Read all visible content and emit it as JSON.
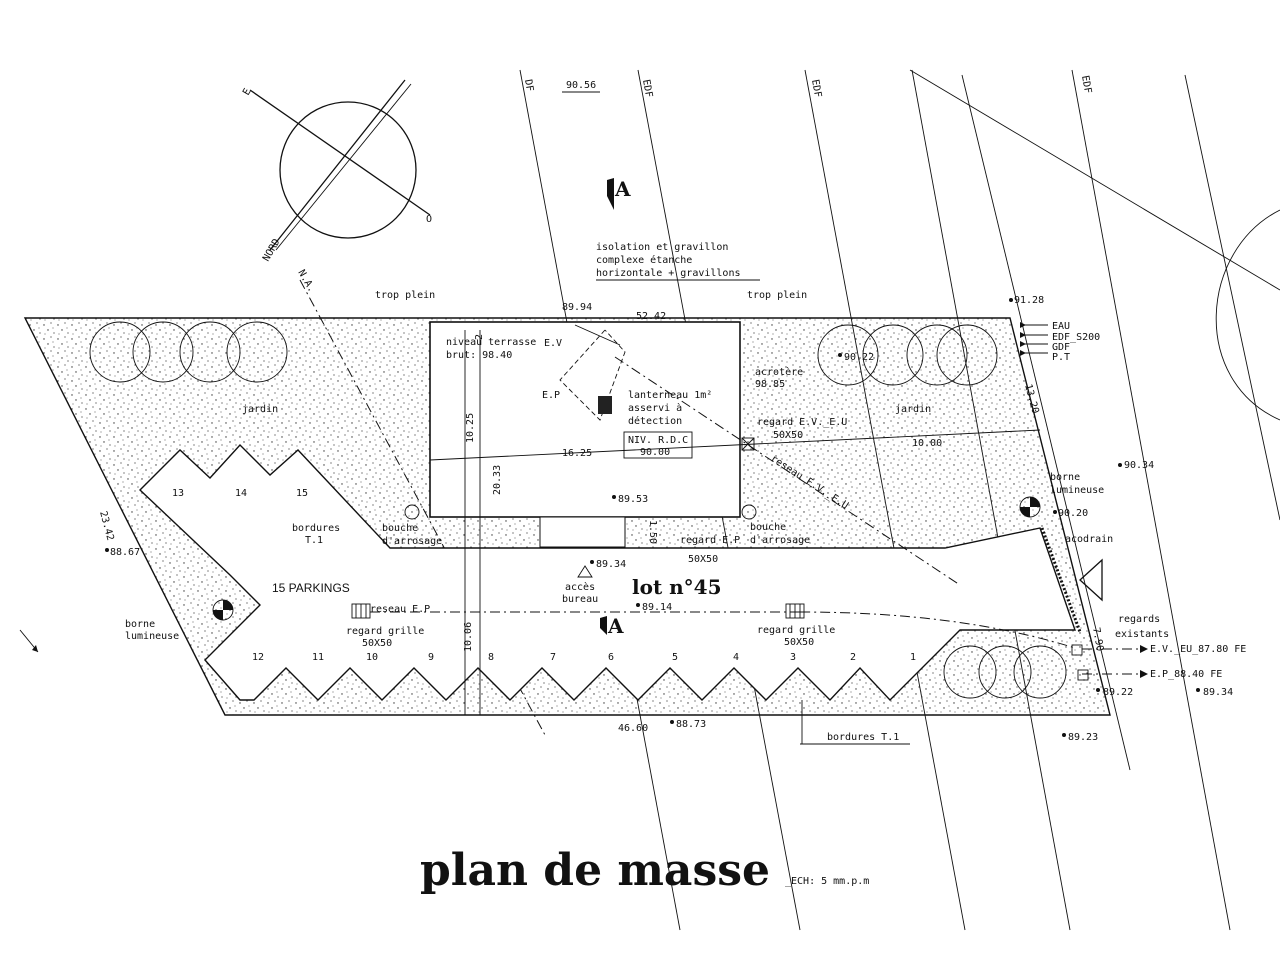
{
  "title": {
    "main": "plan de masse",
    "scale": "_ECH: 5 mm.p.m"
  },
  "lot_label": "lot n°45",
  "compass": {
    "north": "NORD",
    "east": "E",
    "west": "O"
  },
  "networks_top": [
    "DF",
    "EDF",
    "EDF",
    "EDF"
  ],
  "network_labels": {
    "na": "N.A.",
    "reseau_ev_eu": "reseau E.V._E.U",
    "reseau_ep": "reseau E.P"
  },
  "elevations": {
    "e1": "90.56",
    "e2": "89.94",
    "e3": "91.28",
    "e4": "90.22",
    "e5": "89.53",
    "e6": "89.34",
    "e7": "89.14",
    "e8": "88.67",
    "e9": "88.73",
    "e10": "90.34",
    "e11": "90.20",
    "e12": "89.22",
    "e13": "89.34",
    "e14": "89.23"
  },
  "dimensions": {
    "building_width": "52.42",
    "building_inner": "16.25",
    "depth_a": "10.25",
    "depth_b": "20.33",
    "depth_c": "10.06",
    "side": "23.42",
    "right_width": "10.00",
    "right_depth": "13.20",
    "bottom": "46.60",
    "ep_short": "1.50",
    "top_small": "2",
    "corner": "7.90"
  },
  "building": {
    "terrace": [
      "niveau terrasse",
      "brut: 98.40"
    ],
    "ev": "E.V",
    "ep": "E.P",
    "lantern": [
      "lanterneau 1m²",
      "asservi à",
      "détection"
    ],
    "rdc": [
      "NIV. R.D.C",
      "90.00"
    ],
    "acrotere": [
      "acrotère",
      "98.85"
    ],
    "regard_ev_eu": [
      "regard E.V._E.U",
      "50X50"
    ],
    "regard_ep": [
      "regard E.P",
      "50X50"
    ],
    "access": [
      "accès",
      "bureau"
    ]
  },
  "notes": {
    "insulation": [
      "isolation et gravillon",
      "complexe étanche",
      "horizontale + gravillons"
    ],
    "trop_plein_left": "trop plein",
    "trop_plein_right": "trop plein",
    "jardin_left": "jardin",
    "jardin_right": "jardin",
    "bordures_left": [
      "bordures",
      "T.1"
    ],
    "bordures_bottom": "bordures T.1",
    "bouche_left": [
      "bouche",
      "d'arrosage"
    ],
    "bouche_right": [
      "bouche",
      "d'arrosage"
    ],
    "borne_left": [
      "borne",
      "lumineuse"
    ],
    "borne_right": [
      "borne",
      "lumineuse"
    ],
    "parkings": "15 PARKINGS",
    "regard_grille_left": [
      "regard grille",
      "50X50"
    ],
    "regard_grille_right": [
      "regard grille",
      "50X50"
    ],
    "acodrain": "acodrain",
    "regards_existants": [
      "regards",
      "existants"
    ],
    "out_ev_eu": "E.V._EU_87.80 FE",
    "out_ep": "E.P_88.40 FE"
  },
  "utilities_right": [
    "EAU",
    "EDF_S200",
    "GDF",
    "P.T"
  ],
  "parking_numbers": [
    "1",
    "2",
    "3",
    "4",
    "5",
    "6",
    "7",
    "8",
    "9",
    "10",
    "11",
    "12",
    "13",
    "14",
    "15"
  ]
}
